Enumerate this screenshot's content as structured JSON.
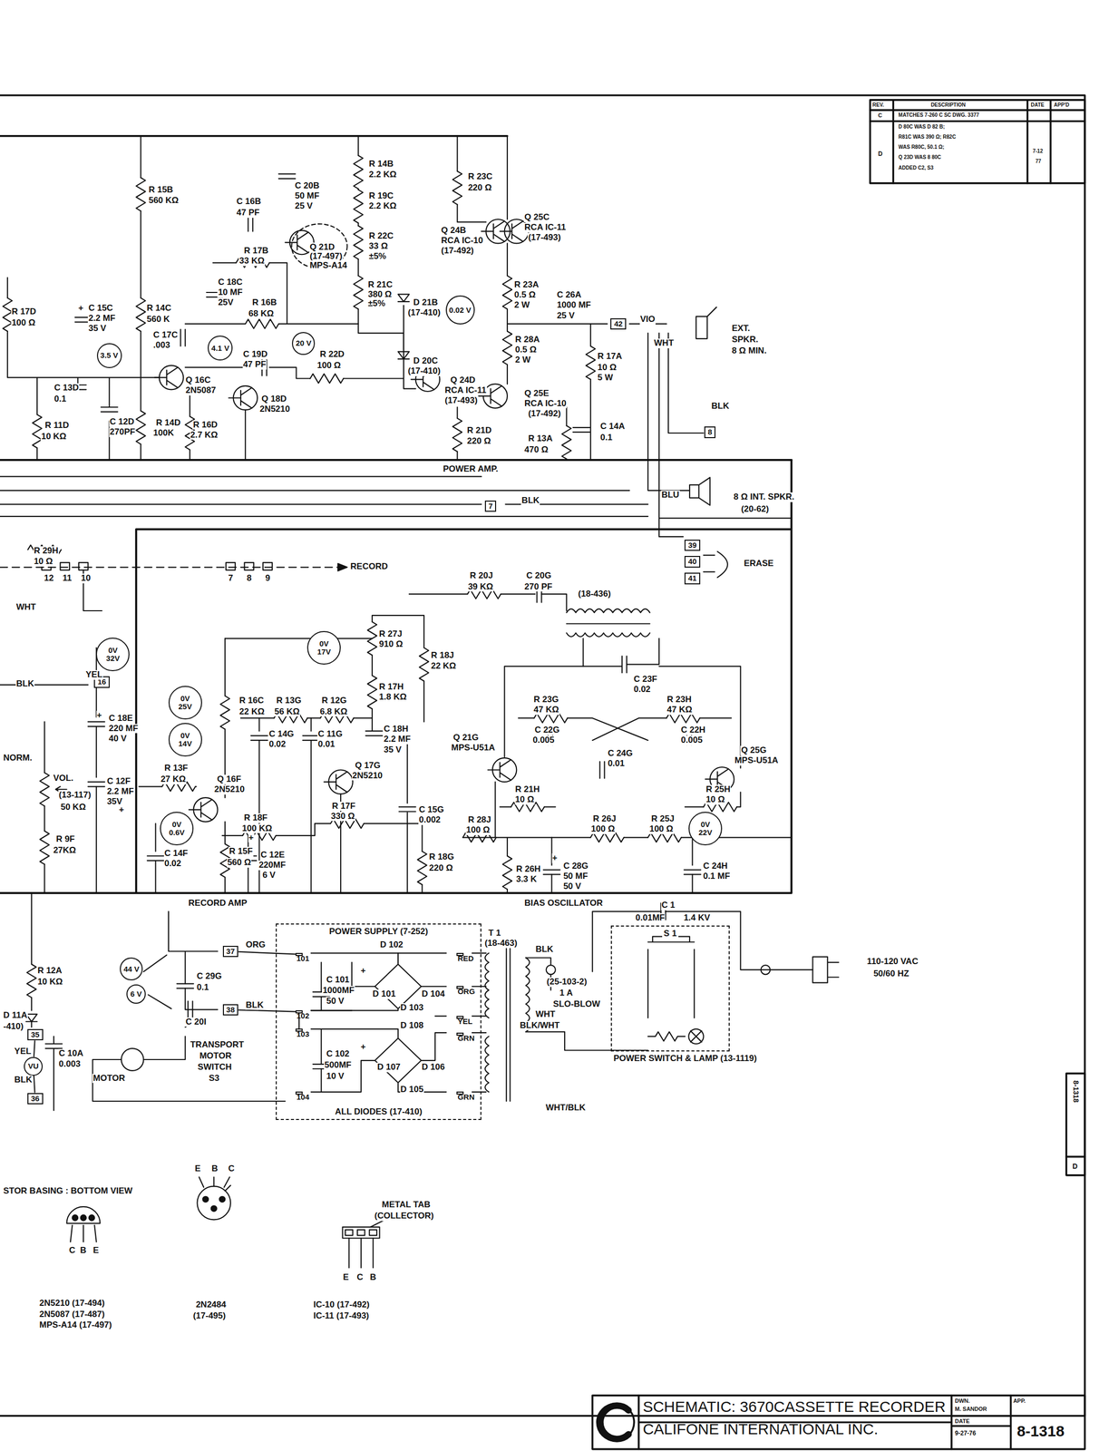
{
  "diagram": {
    "nodes": [
      {
        "text": [
          "42"
        ]
      },
      {
        "text": [
          "0.02 V"
        ]
      },
      {
        "text": [
          "3.5 V"
        ]
      },
      {
        "text": [
          "4.1 V"
        ]
      },
      {
        "text": [
          "20 V"
        ]
      },
      {
        "text": [
          "8"
        ]
      },
      {
        "text": [
          "7"
        ]
      },
      {
        "text": [
          "39"
        ]
      },
      {
        "text": [
          "40"
        ]
      },
      {
        "text": [
          "41"
        ]
      },
      {
        "text": [
          "0V 32V"
        ]
      },
      {
        "text": [
          "16"
        ]
      },
      {
        "text": [
          "0V 17V"
        ]
      },
      {
        "text": [
          "0V 25V"
        ]
      },
      {
        "text": [
          "0V 14V"
        ]
      },
      {
        "text": [
          "0V 0.6V"
        ]
      },
      {
        "text": [
          "0V 22V"
        ]
      },
      {
        "text": [
          "POWER SUPPLY (7-252)",
          "ALL DIODES (17-410)"
        ]
      },
      {
        "text": [
          "101"
        ],
        "in": 17
      },
      {
        "text": [
          "102"
        ],
        "in": 17
      },
      {
        "text": [
          "103"
        ],
        "in": 17
      },
      {
        "text": [
          "104"
        ],
        "in": 17
      },
      {
        "text": [
          "RED"
        ],
        "in": 17
      },
      {
        "text": [
          "ORG"
        ],
        "in": 17
      },
      {
        "text": [
          "YEL"
        ],
        "in": 17
      },
      {
        "text": [
          "GRN"
        ],
        "in": 17
      },
      {
        "text": [
          "GRN"
        ],
        "in": 17
      },
      {
        "text": [
          "37"
        ]
      },
      {
        "text": [
          "38"
        ]
      },
      {
        "text": [
          "44 V"
        ]
      },
      {
        "text": [
          "6 V"
        ]
      },
      {
        "text": [
          "S 1",
          "POWER SWITCH & LAMP (13-1119)"
        ]
      },
      {
        "text": [
          "35"
        ]
      },
      {
        "text": [
          "VU"
        ]
      },
      {
        "text": [
          "36"
        ]
      },
      {
        "text": [
          "SCHEMATIC: 3670CASSETTE RECORDER",
          "CALIFONE INTERNATIONAL INC."
        ]
      }
    ],
    "edges": [
      {
        "from": 27,
        "to": 18,
        "arrow": "none"
      },
      {
        "from": 28,
        "to": 19,
        "arrow": "none"
      },
      {
        "from": 19,
        "to": 20,
        "arrow": "none"
      },
      {
        "from": 32,
        "to": 33,
        "arrow": "none"
      },
      {
        "from": 33,
        "to": 34,
        "arrow": "none"
      }
    ],
    "labels": [
      "R 15B",
      "560 KΩ",
      "C 16B",
      "47 PF",
      "C 20B",
      "50 MF",
      "25 V",
      "R 14B",
      "2.2 KΩ",
      "R 19C",
      "2.2 KΩ",
      "R 23C",
      "220 Ω",
      "Q 25C",
      "RCA IC-11",
      "(17-493)",
      "Q 24B",
      "RCA IC-10",
      "(17-492)",
      "R 22C",
      "33 Ω",
      "±5%",
      "Q 21D",
      "(17-497)",
      "MPS-A14",
      "R 17B",
      "33 KΩ",
      "R 17D",
      "100 Ω",
      "+",
      "C 15C",
      "2.2 MF",
      "35 V",
      "R 14C",
      "560 K",
      "C 18C",
      "10 MF",
      "25V",
      "R 16B",
      "68 KΩ",
      "R 21C",
      "380 Ω",
      "±5%",
      "D 21B",
      "(17-410)",
      "R 23A",
      "0.5 Ω",
      "2 W",
      "C 26A",
      "1000 MF",
      "25 V",
      "VIO",
      "WHT",
      "EXT.",
      "SPKR.",
      "8 Ω MIN.",
      "C 17C",
      ".003",
      "C 19D",
      "47 PF",
      "R 22D",
      "100 Ω",
      "R 28A",
      "0.5 Ω",
      "2 W",
      "R 17A",
      "10 Ω",
      "5 W",
      "D 20C",
      "(17-410)",
      "C 13D",
      "0.1",
      "Q 16C",
      "2N5087",
      "Q 18D",
      "2N5210",
      "Q 24D",
      "RCA IC-11",
      "(17-493)",
      "Q 25E",
      "RCA IC-10",
      "(17-492)",
      "R 11D",
      "10 KΩ",
      "C 12D",
      "270PF",
      "R 14D",
      "100K",
      "R 16D",
      "2.7 KΩ",
      "R 21D",
      "220 Ω",
      "R 13A",
      "470 Ω",
      "C 14A",
      "0.1",
      "BLK",
      "POWER AMP.",
      "BLU",
      "BLK",
      "8 Ω INT. SPKR.",
      "(20-62)",
      "R 29H",
      "10 Ω",
      "12",
      "11",
      "10",
      "7",
      "8",
      "9",
      "RECORD",
      "WHT",
      "ERASE",
      "R 20J",
      "39 KΩ",
      "C 20G",
      "270 PF",
      "(18-436)",
      "YEL",
      "BLK",
      "R 27J",
      "910 Ω",
      "R 18J",
      "22 KΩ",
      "R 17H",
      "1.8 KΩ",
      "C 23F",
      "0.02",
      "R 23G",
      "47 KΩ",
      "R 23H",
      "47 KΩ",
      "R 16C",
      "22 KΩ",
      "R 13G",
      "56 KΩ",
      "R 12G",
      "6.8 KΩ",
      "C 18H",
      "2.2 MF",
      "35 V",
      "+",
      "C 18E",
      "220 MF",
      "40 V",
      "C 22G",
      "0.005",
      "C 22H",
      "0.005",
      "C 14G",
      "0.02",
      "C 11G",
      "0.01",
      "NORM.",
      "Q 21G",
      "MPS-U51A",
      "C 24G",
      "0.01",
      "Q 25G",
      "MPS-U51A",
      "Q 17G",
      "2N5210",
      "C 12F",
      "2.2 MF",
      "35V",
      "+",
      "VOL.",
      "(13-117)",
      "50 KΩ",
      "R 13F",
      "27 KΩ",
      "Q 16F",
      "2N5210",
      "R 21H",
      "10 Ω",
      "R 25H",
      "10 Ω",
      "C 15G",
      "0.002",
      "R 18F",
      "100 KΩ",
      "R 17F",
      "330 Ω",
      "R 28J",
      "100 Ω",
      "R 26J",
      "100 Ω",
      "R 25J",
      "100 Ω",
      "R 9F",
      "27KΩ",
      "C 14F",
      "0.02",
      "R 15F",
      "560 Ω",
      "+",
      "C 12E",
      "220MF",
      "6 V",
      "R 18G",
      "220 Ω",
      "R 26H",
      "3.3 K",
      "+",
      "C 28G",
      "50 MF",
      "50 V",
      "C 24H",
      "0.1 MF",
      "RECORD AMP",
      "BIAS OSCILLATOR",
      "C 1",
      "0.01MF",
      "1.4 KV",
      "110-120 VAC",
      "50/60 HZ",
      "R 12A",
      "10 KΩ",
      "C 29G",
      "0.1",
      "ORG",
      "D 102",
      "T 1",
      "(18-463)",
      "C 101",
      "1000MF",
      "50 V",
      "+",
      "D 101",
      "D 104",
      "(25-103-2)",
      "1 A",
      "SLO-BLOW",
      "BLK",
      "WHT",
      "BLK/WHT",
      "D 103",
      "D 108",
      "BLK",
      "C 20I",
      "TRANSPORT",
      "MOTOR",
      "SWITCH",
      "S3",
      "MOTOR",
      "C 102",
      "500MF",
      "10 V",
      "+",
      "D 107",
      "D 106",
      "D 105",
      "WHT/BLK",
      "D 11A",
      "-410)",
      "YEL",
      "C 10A",
      "0.003",
      "BLK",
      "STOR BASING :  BOTTOM VIEW",
      "C",
      "B",
      "E",
      "E",
      "B",
      "C",
      "METAL TAB",
      "(COLLECTOR)",
      "E",
      "C",
      "B",
      "2N5210 (17-494)",
      "2N5087 (17-487)",
      "MPS-A14 (17-497)",
      "2N2484",
      "(17-495)",
      "IC-10 (17-492)",
      "IC-11 (17-493)",
      "DWN.",
      "M. SANDOR",
      "APP.",
      "DATE",
      "9-27-76",
      "8-1318",
      "8-1318",
      "D",
      "REV.",
      "DESCRIPTION",
      "DATE",
      "APP'D",
      "C",
      "MATCHES 7-260 C SC DWG. 3377",
      "D",
      "D 80C WAS D 82 B;",
      "R81C WAS 390 Ω; R82C",
      "WAS R80C, 50.1 Ω;",
      "Q 23D WAS 8 80C",
      "ADDED C2, S3",
      "7-12",
      "77"
    ]
  }
}
